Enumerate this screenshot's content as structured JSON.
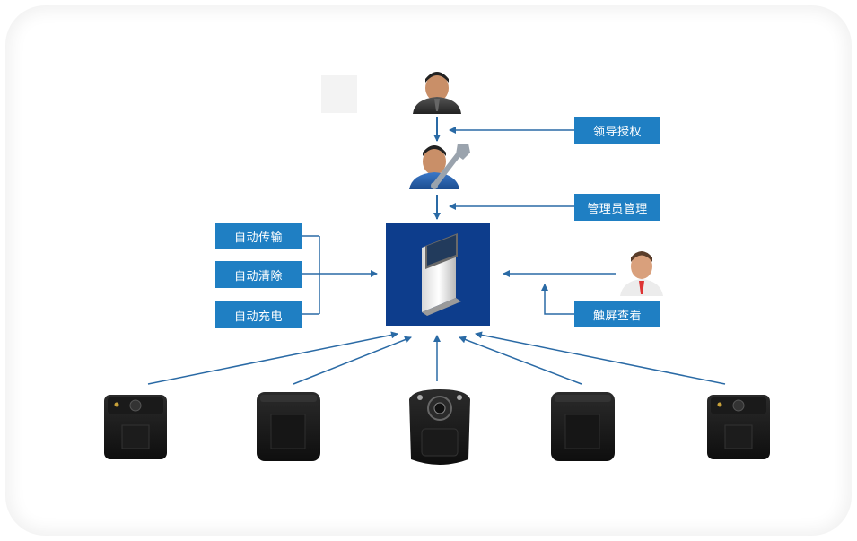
{
  "labels": {
    "leader_auth": "领导授权",
    "admin_manage": "管理员管理",
    "auto_transfer": "自动传输",
    "auto_clear": "自动清除",
    "auto_charge": "自动充电",
    "touch_view": "触屏查看"
  },
  "colors": {
    "label_bg": "#1f7fc3",
    "arrow": "#2a6aa5",
    "kiosk_bg": "#0d3d8c"
  }
}
